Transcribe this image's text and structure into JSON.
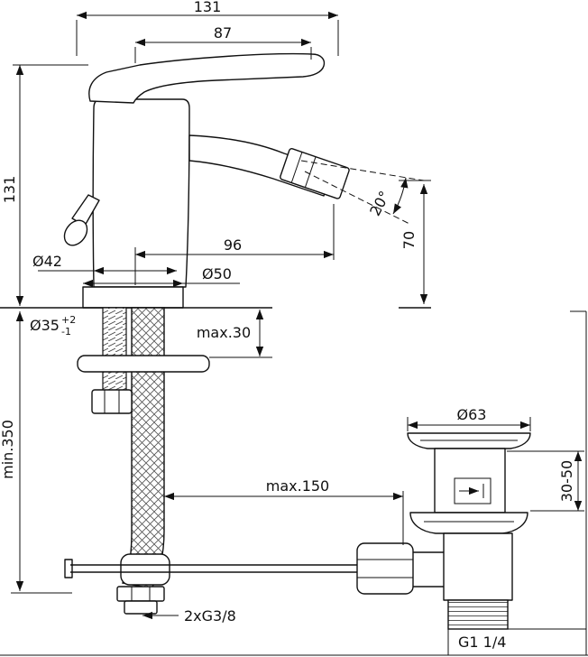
{
  "drawing": {
    "type": "technical dimension drawing",
    "subject": "single-lever bidet mixer with braided supply hose and pop-up waste",
    "line_color": "#111111",
    "background_color": "#ffffff"
  },
  "dim": {
    "overall_length": "131",
    "handle_length": "87",
    "height": "131",
    "reach": "96",
    "angle": "20°",
    "outlet_height": "70",
    "body_dia": "Ø42",
    "base_dia": "Ø50",
    "hole_dia": "Ø35",
    "hole_tol_up": "+2",
    "hole_tol_dn": "-1",
    "deck_thickness": "max.30",
    "hose_length": "min.350",
    "rod_length": "max.150",
    "waste_dia": "Ø63",
    "waste_range": "30-50",
    "supply_thread": "2xG3/8",
    "waste_thread": "G1 1/4"
  }
}
